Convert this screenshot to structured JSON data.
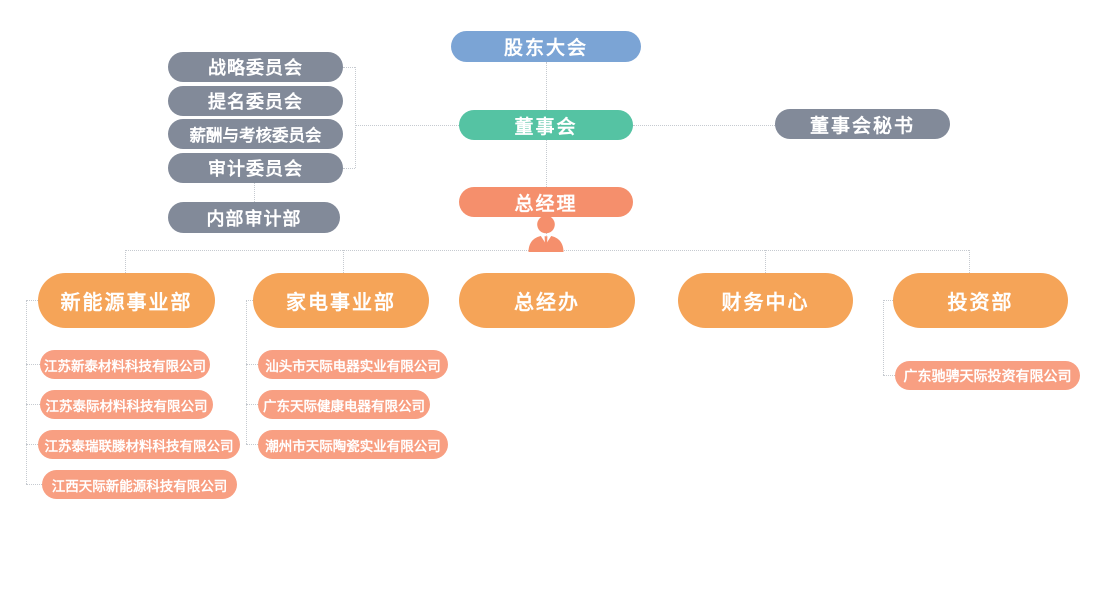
{
  "colors": {
    "shareholders_blue": "#7BA4D5",
    "board_teal": "#55C3A3",
    "manager_salmon": "#F58F6C",
    "committee_gray": "#828A99",
    "division_orange": "#F5A458",
    "subsidiary_salmon": "#F89F82",
    "connector_line": "#C6CAD0"
  },
  "nodes": {
    "shareholders": "股东大会",
    "board": "董事会",
    "board_secretary": "董事会秘书",
    "general_manager": "总经理",
    "committees": [
      "战略委员会",
      "提名委员会",
      "薪酬与考核委员会",
      "审计委员会"
    ],
    "internal_audit": "内部审计部",
    "divisions": [
      "新能源事业部",
      "家电事业部",
      "总经办",
      "财务中心",
      "投资部"
    ],
    "new_energy_subsidiaries": [
      "江苏新泰材料科技有限公司",
      "江苏泰际材料科技有限公司",
      "江苏泰瑞联滕材料科技有限公司",
      "江西天际新能源科技有限公司"
    ],
    "appliance_subsidiaries": [
      "汕头市天际电器实业有限公司",
      "广东天际健康电器有限公司",
      "潮州市天际陶瓷实业有限公司"
    ],
    "investment_subsidiaries": [
      "广东驰骋天际投资有限公司"
    ]
  }
}
